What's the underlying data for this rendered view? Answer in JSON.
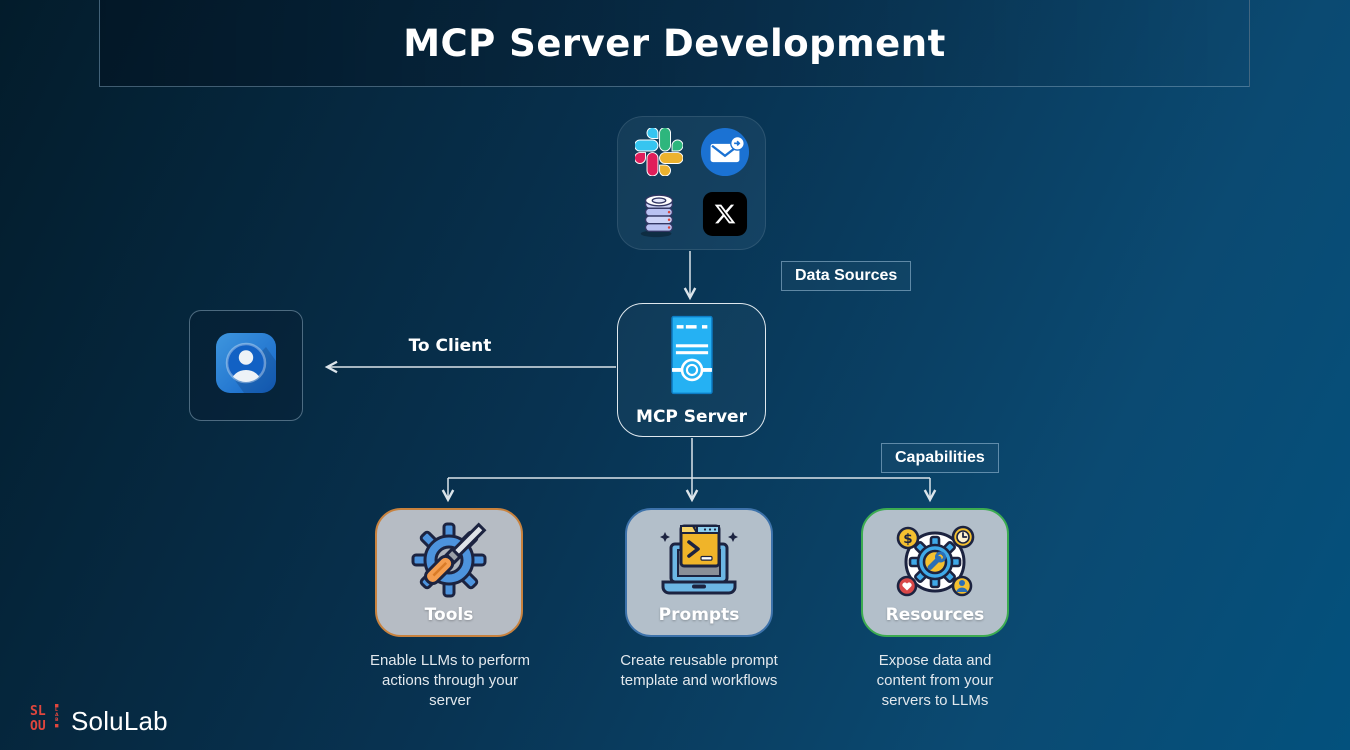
{
  "header": {
    "title": "MCP Server Development"
  },
  "labels": {
    "data_sources": "Data Sources",
    "capabilities": "Capabilities",
    "to_client": "To Client"
  },
  "data_sources": {
    "icons": [
      {
        "name": "slack-icon"
      },
      {
        "name": "email-icon"
      },
      {
        "name": "database-icon"
      },
      {
        "name": "x-icon"
      }
    ]
  },
  "server": {
    "label": "MCP Server",
    "icon": "server-tower-icon"
  },
  "client": {
    "icon": "user-avatar-icon"
  },
  "capabilities": {
    "items": [
      {
        "name": "Tools",
        "description": "Enable LLMs to perform actions through your server",
        "icon": "gear-screwdriver-icon",
        "border_color": "#c8823e"
      },
      {
        "name": "Prompts",
        "description": "Create reusable prompt template and workflows",
        "icon": "laptop-terminal-icon",
        "border_color": "#3d72aa"
      },
      {
        "name": "Resources",
        "description": "Expose data and content from your servers to LLMs",
        "icon": "gear-wrench-icon",
        "border_color": "#3cab51"
      }
    ]
  },
  "footer": {
    "brand": "SoluLab"
  },
  "colors": {
    "background_top_left": "#031c2b",
    "background_bottom_right": "#03517d",
    "card_fill": "#b4bcc6",
    "connector": "#dbe4ea",
    "server_icon_fill": "#25b1f3",
    "brand_mark": "#e0463d"
  }
}
